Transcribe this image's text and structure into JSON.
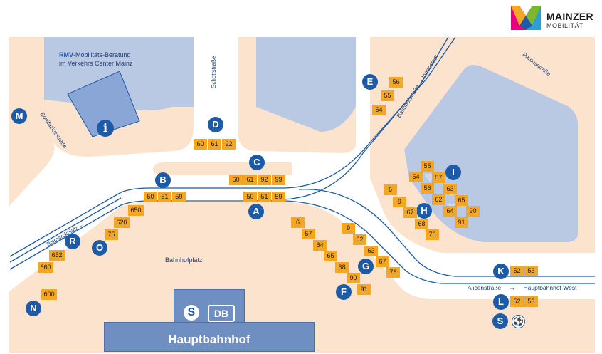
{
  "brand": {
    "name": "MAINZER",
    "sub": "MOBILITÄT",
    "colors": [
      "#e6007e",
      "#f5a623",
      "#2a9fd8",
      "#7cb82f",
      "#1d5aa8"
    ]
  },
  "colors": {
    "sidewalk": "#fbe3cd",
    "building": "#b9c8e3",
    "building_dark": "#8aa6d6",
    "tram_line": "#1d5aa8",
    "stop_circle": "#1d5aa8",
    "badge": "#f5a623",
    "station": "#6f8fc2"
  },
  "labels": {
    "rmv_prefix": "RMV",
    "rmv_rest": "-Mobilitäts-Beratung",
    "rmv_line2": "im Verkehrs Center Mainz",
    "schottstrasse": "Schottstraße",
    "bonifaziusstrasse": "Bonifaziusstraße",
    "bahnhofstrasse": "Bahnhofstraße",
    "innenstadt": "Innenstadt",
    "bahnhofstrasse_arrow": "→",
    "parcusstrasse": "Parcusstraße",
    "bismarckplatz": "Bismarckplatz",
    "bismarckplatz_arrow": "←",
    "bahnhofplatz": "Bahnhofplatz",
    "alicenstrasse": "Alicenstraße",
    "alicen_arrow": "→",
    "hauptbahnhof_west": "Hauptbahnhof West",
    "hauptbahnhof": "Hauptbahnhof",
    "sbahn": "S",
    "db": "DB",
    "info": "i",
    "football": "⚽"
  },
  "stops": [
    {
      "id": "A",
      "lines": [
        "50",
        "51",
        "59"
      ]
    },
    {
      "id": "B",
      "lines": [
        "50",
        "51",
        "59"
      ]
    },
    {
      "id": "C",
      "lines": [
        "60",
        "61",
        "92",
        "99"
      ]
    },
    {
      "id": "D",
      "lines": [
        "60",
        "61",
        "92"
      ]
    },
    {
      "id": "E",
      "lines": [
        "56",
        "55",
        "54"
      ]
    },
    {
      "id": "F",
      "lines": [
        "6",
        "57",
        "64",
        "65",
        "68",
        "90",
        "91"
      ]
    },
    {
      "id": "G",
      "lines": [
        "9",
        "62",
        "63",
        "67",
        "76"
      ]
    },
    {
      "id": "H",
      "lines": [
        "6",
        "9",
        "67",
        "68",
        "76"
      ]
    },
    {
      "id": "I",
      "lines": [
        "55",
        "54",
        "57",
        "56",
        "63",
        "62",
        "65",
        "64",
        "90",
        "91"
      ]
    },
    {
      "id": "K",
      "lines": [
        "52",
        "53"
      ]
    },
    {
      "id": "L",
      "lines": [
        "52",
        "53"
      ]
    },
    {
      "id": "M",
      "lines": []
    },
    {
      "id": "N",
      "lines": [
        "600"
      ]
    },
    {
      "id": "O",
      "lines": [
        "650",
        "620",
        "75"
      ]
    },
    {
      "id": "R",
      "lines": [
        "652",
        "660"
      ]
    },
    {
      "id": "S",
      "lines": []
    }
  ]
}
